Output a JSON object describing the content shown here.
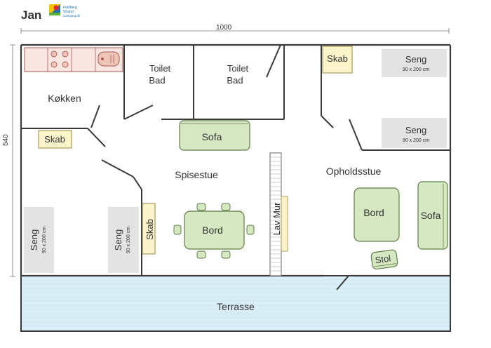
{
  "header": {
    "title": "Jan",
    "logo": {
      "text_lines": [
        "Feldberg",
        "Strand",
        "Camping.dk"
      ],
      "colors": [
        "#e8262b",
        "#f7c400",
        "#1a6fb5",
        "#5bb031"
      ]
    }
  },
  "dimensions": {
    "width_label": "1000",
    "height_label": "540"
  },
  "rooms": {
    "kitchen": "Køkken",
    "toilet_left": [
      "Toilet",
      "Bad"
    ],
    "toilet_right": [
      "Toilet",
      "Bad"
    ],
    "dining": "Spisestue",
    "living": "Opholdsstue",
    "terrace": "Terrasse"
  },
  "furniture": {
    "skab_kitchen": "Skab",
    "skab_top_right": "Skab",
    "skab_dining": "Skab",
    "sofa_dining": "Sofa",
    "bord_dining": "Bord",
    "bord_living": "Bord",
    "sofa_living": "Sofa",
    "stol": "Stol",
    "lav_mur": "Lav Mur",
    "seng_top_right": {
      "label": "Seng",
      "size": "90 x 200 cm"
    },
    "seng_mid_right": {
      "label": "Seng",
      "size": "90 x 200 cm"
    },
    "seng_left_1": {
      "label": "Seng",
      "size": "90 x 200 cm"
    },
    "seng_left_2": {
      "label": "Seng",
      "size": "90 x 200 cm"
    }
  },
  "colors": {
    "wall": "#3a3a3a",
    "furniture_green": "#d6e8c2",
    "furniture_stroke": "#5d7d45",
    "cabinet": "#fbf3c9",
    "bed": "#e3e3e3",
    "terrace": "#d9eef7",
    "kitchen_counter": "#f9e6e2"
  }
}
